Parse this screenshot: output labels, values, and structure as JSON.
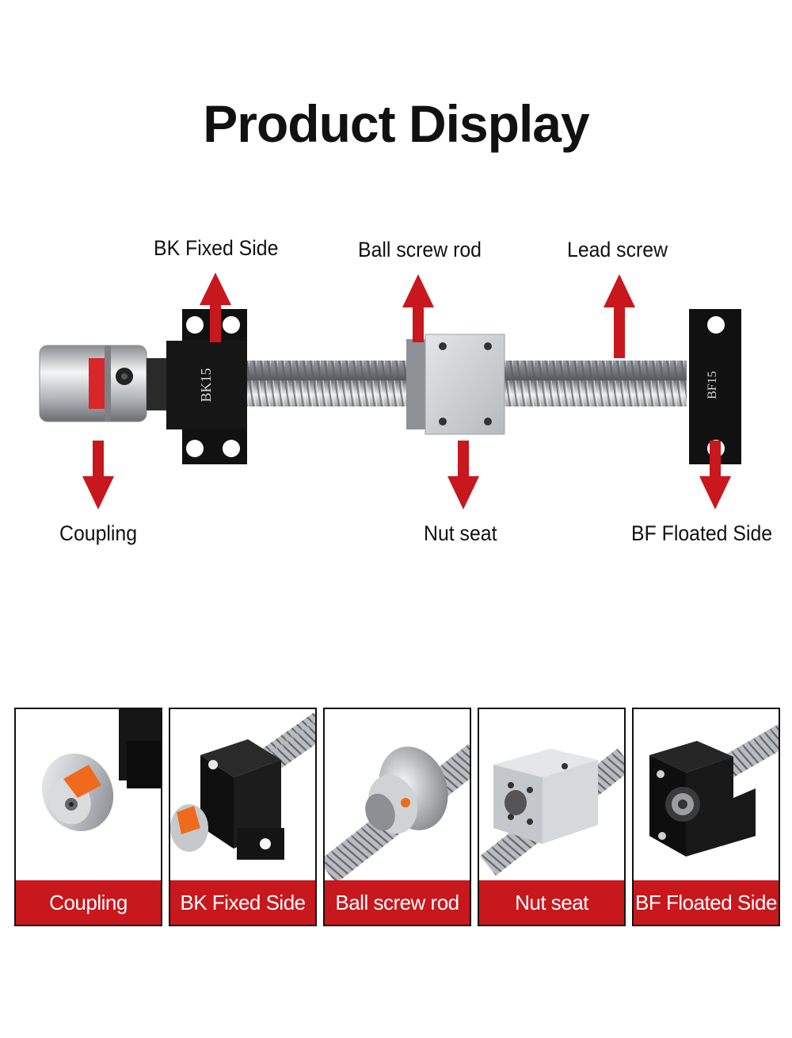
{
  "title": "Product Display",
  "callouts": {
    "bk_fixed_side": "BK Fixed Side",
    "ball_screw_rod": "Ball screw rod",
    "lead_screw": "Lead screw",
    "coupling": "Coupling",
    "nut_seat": "Nut seat",
    "bf_floated_side": "BF Floated Side"
  },
  "block_markings": {
    "bk": "BK15",
    "bf": "BF15"
  },
  "thumbnails": [
    {
      "label": "Coupling"
    },
    {
      "label": "BK Fixed Side"
    },
    {
      "label": "Ball screw rod"
    },
    {
      "label": "Nut seat"
    },
    {
      "label": "BF Floated Side"
    }
  ],
  "colors": {
    "accent_red": "#c8171d",
    "arrow_red": "#c8171d",
    "block_black": "#111111",
    "steel": "#b9bcc0"
  }
}
